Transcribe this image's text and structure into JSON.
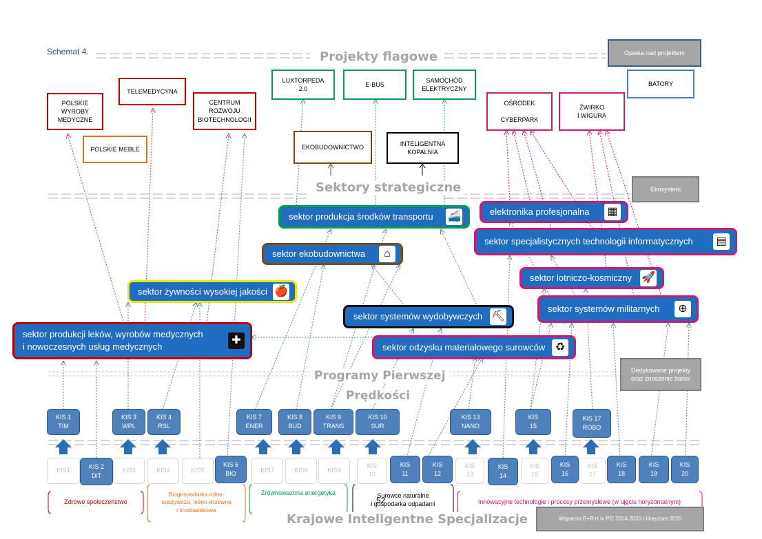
{
  "schema_label": "Schemat 4.",
  "bands": {
    "flagship": "Projekty flagowe",
    "strategic": "Sektory strategiczne",
    "programs_line1": "Programy Pierwszej",
    "programs_line2": "Prędkości",
    "kis": "Krajowe Inteligentne Specjalizacje"
  },
  "side_boxes": {
    "opieka": "Opieka nad projektem",
    "ekosystem": "Ekosystem",
    "dedykowane": "Dedykowane projekty\noraz  znoszenie barier",
    "wsparcie": "Wsparcie B+R+I w  PO  2014-2020 i Horyzont 2020"
  },
  "flagship_projects": {
    "polskie_wyroby": "POLSKIE\nWYROBY\nMEDYCZNE",
    "telemedycyna": "TELEMEDYCYNA",
    "centrum": "CENTRUM\nROZWOJU\nBIOTECHNOLOGII",
    "polskie_meble": "POLSKIE MEBLE",
    "luxtorpeda": "LUXTORPEDA\n2.0",
    "ebus": "E-BUS",
    "samochod": "SAMOCHÓD\nELEKTRYCZNY",
    "ekobudownictwo": "EKOBUDOWNICTWO",
    "inteligentna": "INTELIGENTNA\nKOPALNIA",
    "osrodek": "OŚRODEK\n\nCYBERPARK",
    "zwirko": "ŻWIRKO\nI WIGURA",
    "batory": "BATORY"
  },
  "sectors": {
    "transport": "sektor produkcja środków transportu",
    "elektronika": "elektronika profesjonalna",
    "informatyczne": "sektor specjalistycznych  technologii informatycznych",
    "ekobud": "sektor ekobudownictwa",
    "lotniczo": "sektor lotniczo-kosmiczny",
    "zywnosc": "sektor żywności wysokiej jakości",
    "wydobywcze": "sektor systemów wydobywczych",
    "militarne": "sektor systemów militarnych",
    "leki": "sektor produkcji leków, wyrobów medycznych\ni nowoczesnych usług medycznych",
    "odzysk": "sektor odzysku materiałowego surowców"
  },
  "kis_upper": {
    "k1": "KIS 1\nTIM",
    "k3": "KIS 3\nWPL",
    "k4": "KIS 4\nRSL",
    "k7": "KIS 7\nENER",
    "k8": "KIS 8\nBUD",
    "k9": "KIS 9\nTRANS",
    "k10": "KIS 10\nSUR",
    "k13": "KIS 13\nNANO",
    "k15": "KIS\n15",
    "k17": "KIS 17\nROBO"
  },
  "kis_lower": {
    "d1": "KIS1",
    "k2": "KIS 2\nDiT",
    "d3": "KIS3",
    "d4": "KIS4",
    "d5": "KIS5",
    "k6": "KIS 6\nBIO",
    "d7": "KIS7",
    "d8": "KIS8",
    "d9": "KIS9",
    "d10": "KIS\n10",
    "k11": "KIS\n11",
    "k12": "KIS\n12",
    "d13": "KIS\n13",
    "k14": "KIS\n14",
    "d15": "KIS\n15",
    "k16": "KIS\n16",
    "d17": "KIS\n17",
    "k18": "KIS\n18",
    "k19": "KIS\n19",
    "k20": "KIS\n20"
  },
  "categories": {
    "zdrowe": "Zdrowe społeczeństwo",
    "biogospodarka": "Biogospodarka rolno-\nspożywcza, leśno-drzewna\ni środowiskowa",
    "energetyka": "Zrównoważona energetyka",
    "surowce": "Surowce naturalne\ni gospodarka odpadami",
    "innowacyjne": "Innowacyjne technologie i procesy przemysłowe (w ujęciu horyzontalnym)"
  },
  "page_number": "52",
  "colors": {
    "sector_blue": "#1f6cc0",
    "kis_blue": "#4f81bd",
    "red": "#c00000",
    "green": "#00a050",
    "brown": "#7b4a12",
    "magenta": "#d0186e",
    "yellow": "#e8e800",
    "band_grey": "#a6a6a6"
  },
  "icons": {
    "transport": "train-icon",
    "elektronika": "chip-icon",
    "informatyczne": "computer-icon",
    "ekobud": "eco-house-icon",
    "lotniczo": "rocket-icon",
    "zywnosc": "apple-icon",
    "wydobywcze": "bulldozer-icon",
    "militarne": "crosshair-icon",
    "leki": "first-aid-icon",
    "odzysk": "recycle-icon"
  }
}
